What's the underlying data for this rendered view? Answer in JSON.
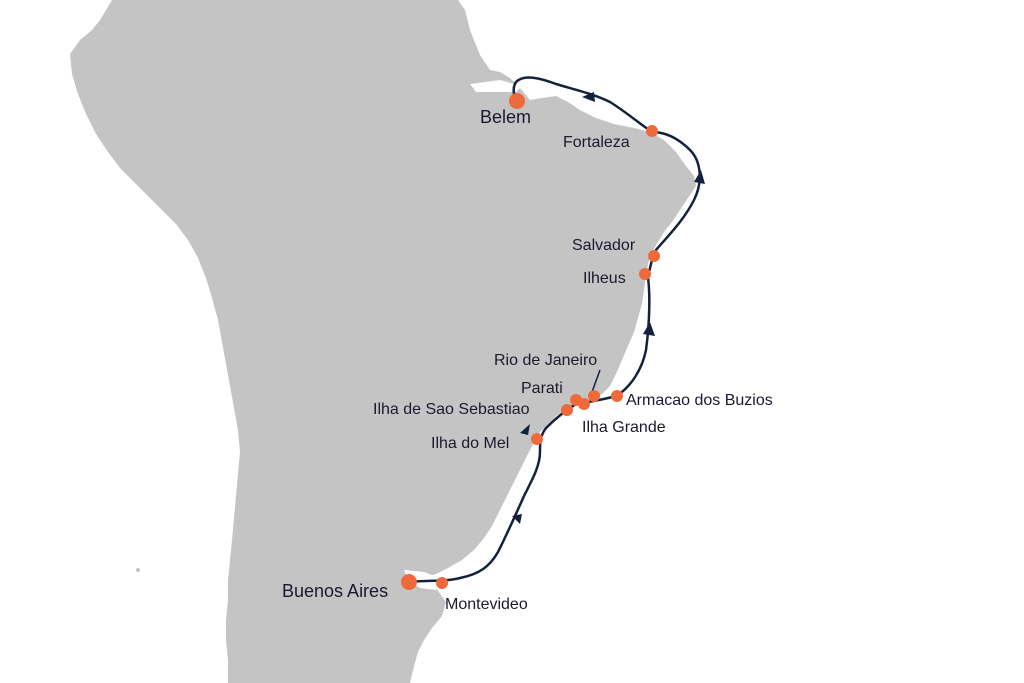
{
  "map": {
    "colors": {
      "land": "#c4c4c4",
      "sea": "#ffffff",
      "route": "#14213d",
      "port": "#ef6a3a",
      "label": "#1a1a2e"
    },
    "ports": {
      "belem": "Belem",
      "fortaleza": "Fortaleza",
      "salvador": "Salvador",
      "ilheus": "Ilheus",
      "rio_de_janeiro": "Rio de Janeiro",
      "parati": "Parati",
      "armacao_dos_buzios": "Armacao dos Buzios",
      "ilha_de_sao_sebastiao": "Ilha de Sao Sebastiao",
      "ilha_grande": "Ilha Grande",
      "ilha_do_mel": "Ilha do Mel",
      "buenos_aires": "Buenos Aires",
      "montevideo": "Montevideo"
    }
  }
}
